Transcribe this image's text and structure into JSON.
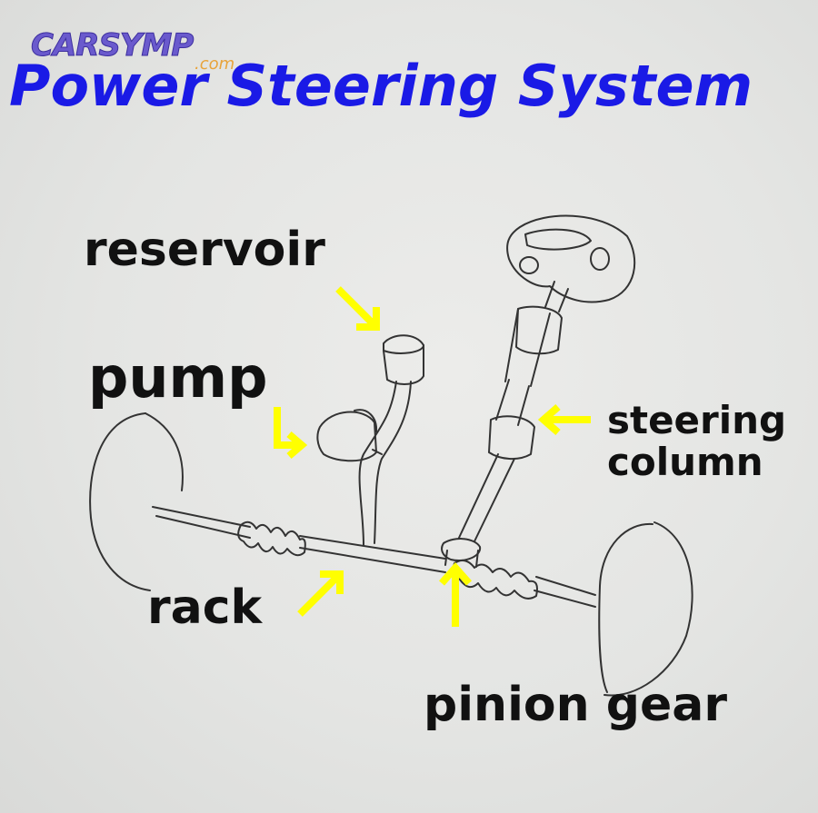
{
  "logo": {
    "brand": "CARSYMP",
    "suffix": ".com"
  },
  "title": "Power Steering System",
  "labels": {
    "reservoir": "reservoir",
    "pump": "pump",
    "steering_line1": "steering",
    "steering_line2": "column",
    "rack": "rack",
    "pinion": "pinion gear"
  },
  "colors": {
    "title": "#1a1ae6",
    "arrow": "#ffff00",
    "label": "#111111",
    "logo": "#6a5acd",
    "logo_suffix": "#e8a33a"
  }
}
